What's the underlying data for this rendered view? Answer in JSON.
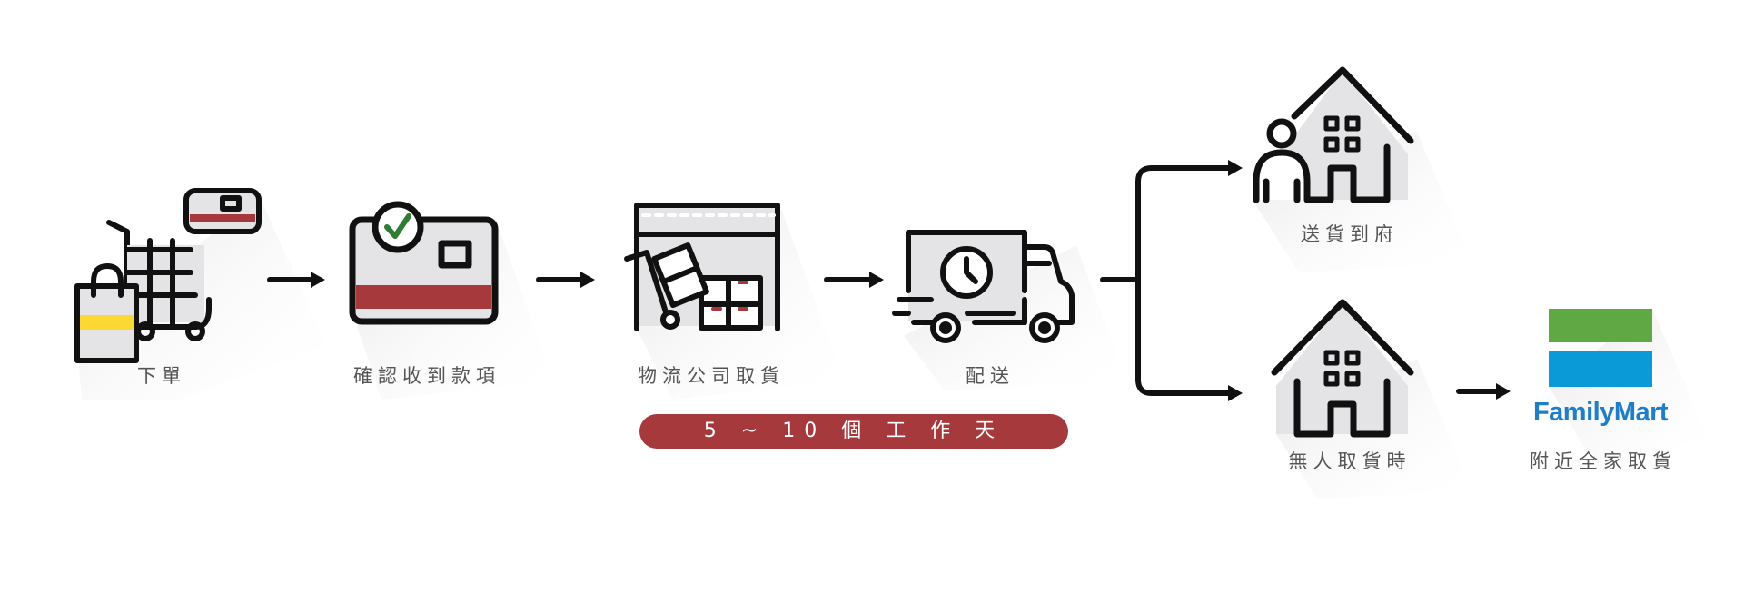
{
  "steps": [
    {
      "label": "下單",
      "icon": "shopping-cart-icon"
    },
    {
      "label": "確認收到款項",
      "icon": "payment-card-check-icon"
    },
    {
      "label": "物流公司取貨",
      "icon": "warehouse-pickup-icon"
    },
    {
      "label": "配送",
      "icon": "delivery-truck-icon"
    }
  ],
  "duration_label": "5 ~ 10 個 工 作 天",
  "branches": [
    {
      "label": "送貨到府",
      "icon": "house-with-person-icon"
    },
    {
      "label": "無人取貨時",
      "icon": "house-icon"
    }
  ],
  "final": {
    "label": "附近全家取貨",
    "logo_text": "FamilyMart"
  },
  "colors": {
    "accent_red": "#a6393b",
    "yellow": "#fdd835",
    "check_green": "#2e7d32",
    "fm_green": "#5fa844",
    "fm_blue": "#0a9ad8",
    "fm_text": "#1f7ec7"
  }
}
